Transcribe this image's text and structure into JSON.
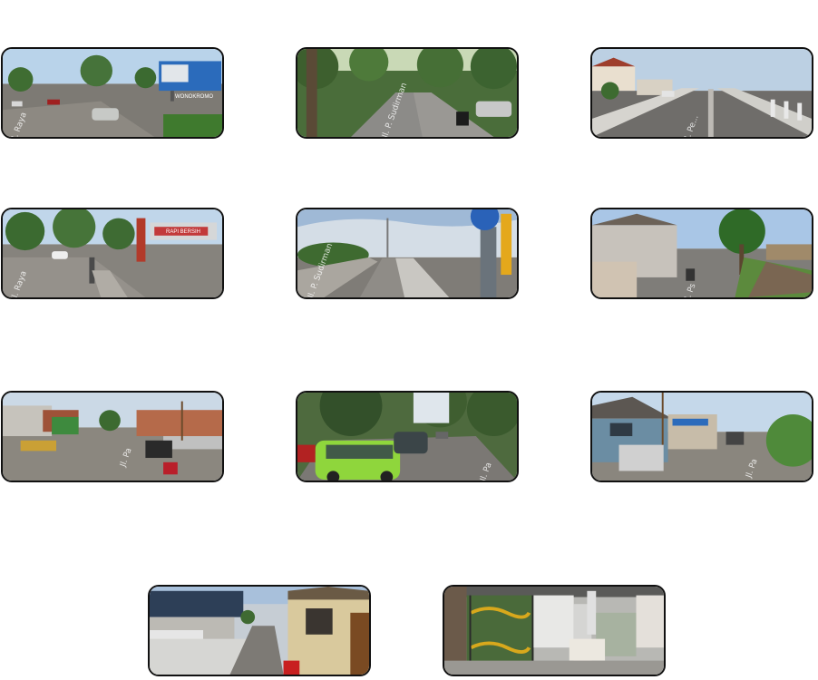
{
  "photos": [
    {
      "id": "p1",
      "road_label": "Jl. Raya",
      "billboard": "WONOKROMO"
    },
    {
      "id": "p2",
      "road_label": "Jl. P. Sudirman"
    },
    {
      "id": "p3",
      "road_label": "Jl. Pe..."
    },
    {
      "id": "p4",
      "road_label": "Jl. Raya",
      "billboard": "RAPI BERSIH"
    },
    {
      "id": "p5",
      "road_label": "Jl. P. Sudirman"
    },
    {
      "id": "p6",
      "road_label": "Jl. Ps"
    },
    {
      "id": "p7",
      "road_label": "Jl. Pa"
    },
    {
      "id": "p8",
      "road_label": "Jl. Pa"
    },
    {
      "id": "p9",
      "road_label": "Jl. Pa"
    },
    {
      "id": "p10",
      "road_label": ""
    },
    {
      "id": "p11",
      "road_label": ""
    }
  ]
}
